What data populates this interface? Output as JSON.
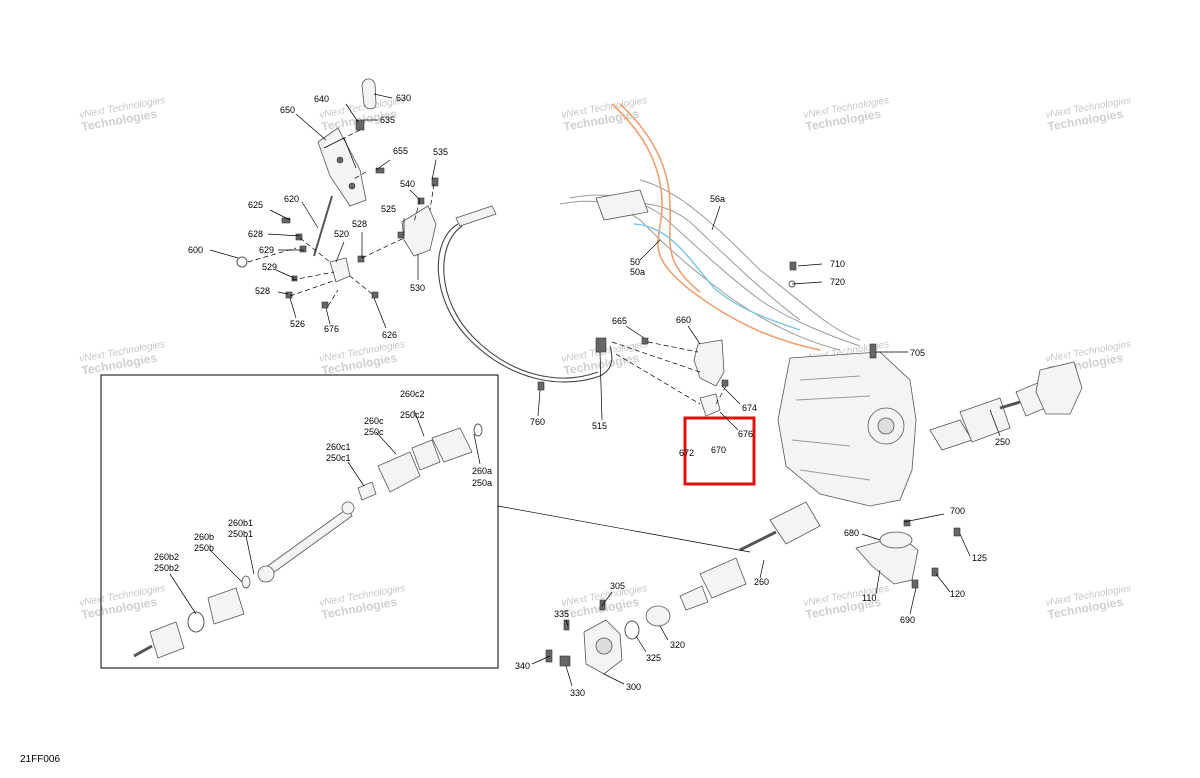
{
  "watermark": {
    "line1": "vNext Technologies",
    "line2": "Technologies"
  },
  "footer": {
    "code": "21FF006"
  },
  "highlight": {
    "color": "#e01010"
  },
  "labels": {
    "l630": "630",
    "l640": "640",
    "l635": "635",
    "l650": "650",
    "l655": "655",
    "l535": "535",
    "l540": "540",
    "l625": "625",
    "l620": "620",
    "l628a": "628",
    "l629": "629",
    "l600": "600",
    "l520": "520",
    "l528a": "528",
    "l525": "525",
    "l529": "529",
    "l528b": "528",
    "l526": "526",
    "l676a": "676",
    "l626": "626",
    "l530": "530",
    "l56a": "56a",
    "l50": "50",
    "l50a": "50a",
    "l710": "710",
    "l720": "720",
    "l665": "665",
    "l660": "660",
    "l705": "705",
    "l674": "674",
    "l676b": "676",
    "l672": "672",
    "l670": "670",
    "l760": "760",
    "l515": "515",
    "l250": "250",
    "l260c2": "260c2",
    "l250c2": "250c2",
    "l260c": "260c",
    "l250c": "250c",
    "l260c1": "260c1",
    "l250c1": "250c1",
    "l260a": "260a",
    "l250a": "250a",
    "l260b1": "260b1",
    "l250b1": "250b1",
    "l260b": "260b",
    "l250b": "250b",
    "l260b2": "260b2",
    "l250b2": "250b2",
    "l700": "700",
    "l680": "680",
    "l125": "125",
    "l260": "260",
    "l110": "110",
    "l120": "120",
    "l690": "690",
    "l305": "305",
    "l335": "335",
    "l320": "320",
    "l325": "325",
    "l340": "340",
    "l330": "330",
    "l300": "300"
  }
}
